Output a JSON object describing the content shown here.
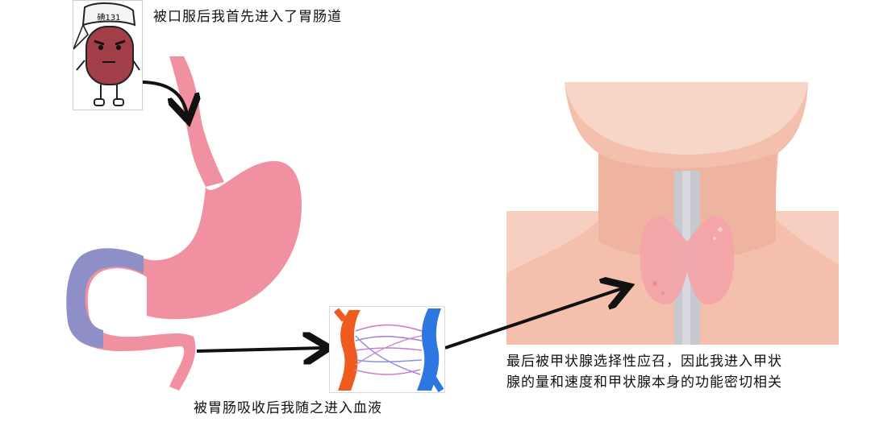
{
  "captions": {
    "step1": "被口服后我首先进入了胃肠道",
    "step2": "被胃肠吸收后我随之进入血液",
    "step3_line1": "最后被甲状腺选择性应召，因此我进入甲状",
    "step3_line2": "腺的量和速度和甲状腺本身的功能密切相关"
  },
  "mascot": {
    "cap_text": "碘131"
  },
  "colors": {
    "stomach": "#f090a0",
    "intestine": "#8f8fc8",
    "neck_skin": "#f6c9b8",
    "trachea": "#c9c9d1",
    "thyroid": "#f3a5a8",
    "artery": "#ee5a1e",
    "vein": "#2d77e0"
  }
}
